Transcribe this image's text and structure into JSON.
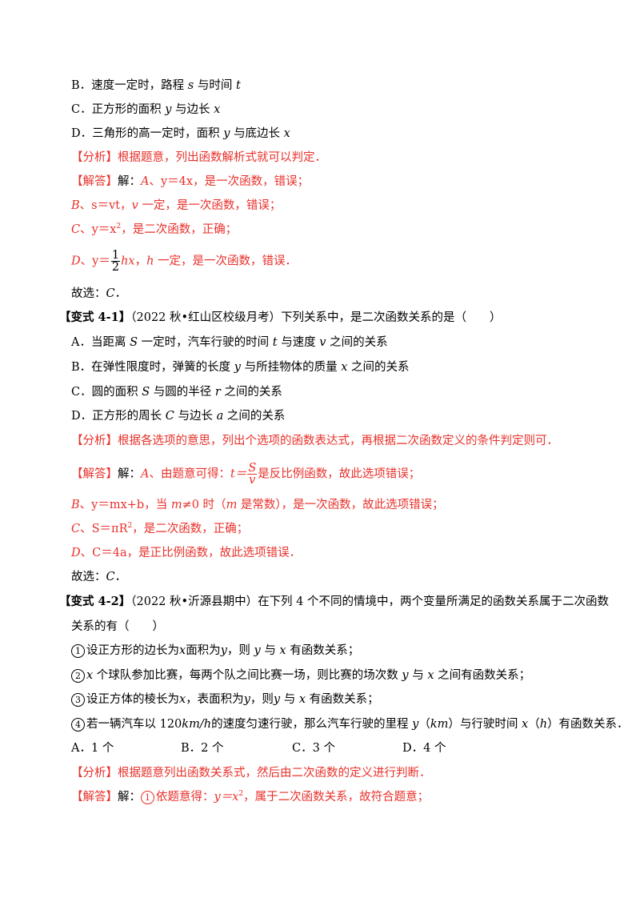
{
  "prev_options": {
    "B": {
      "label": "B．",
      "text": "速度一定时，路程",
      "v1": "s",
      "mid": "与时间",
      "v2": "t"
    },
    "C": {
      "label": "C．",
      "text": "正方形的面积",
      "v1": "y",
      "mid": "与边长",
      "v2": "x"
    },
    "D": {
      "label": "D．",
      "text": "三角形的高一定时，面积",
      "v1": "y",
      "mid": "与底边长",
      "v2": "x"
    }
  },
  "prev_solution": {
    "analysis_tag": "【分析】",
    "analysis": "根据题意，列出函数解析式就可以判定．",
    "answer_tag": "【解答】",
    "answer_intro": "解：",
    "a_line": {
      "opt": "A",
      "eq": "、y＝4x",
      "rest": "，是一次函数，错误；"
    },
    "b_line": {
      "opt": "B",
      "eq": "、s＝vt",
      "mid": "，",
      "v": "v",
      "rest": "一定，是一次函数，错误；"
    },
    "c_line": {
      "opt": "C",
      "eq": "、y＝x",
      "exp": "2",
      "rest": "，是二次函数，正确；"
    },
    "d_line": {
      "opt": "D",
      "eq": "、y＝",
      "num": "1",
      "den": "2",
      "tail": "hx",
      "mid": "，",
      "h": "h",
      "rest": "一定，是一次函数，错误．"
    },
    "choice": "故选：",
    "choice_val": "C",
    "choice_end": "．"
  },
  "v41": {
    "tag": "【变式 4-1】",
    "source": "（2022 秋•红山区校级月考）",
    "question": "下列关系中，是二次函数关系的是（　　）",
    "options": {
      "A": {
        "label": "A．",
        "t1": "当距离",
        "v1": "S",
        "t2": "一定时，汽车行驶的时间",
        "v2": "t",
        "t3": "与速度",
        "v3": "v",
        "t4": "之间的关系"
      },
      "B": {
        "label": "B．",
        "t1": "在弹性限度时，弹簧的长度",
        "v1": "y",
        "t2": "与所挂物体的质量",
        "v2": "x",
        "t3": "之间的关系"
      },
      "C": {
        "label": "C．",
        "t1": "圆的面积",
        "v1": "S",
        "t2": "与圆的半径",
        "v2": "r",
        "t3": "之间的关系"
      },
      "D": {
        "label": "D．",
        "t1": "正方形的周长",
        "v1": "C",
        "t2": "与边长",
        "v2": "a",
        "t3": "之间的关系"
      }
    },
    "analysis_tag": "【分析】",
    "analysis": "根据各选项的意思，列出个选项的函数表达式，再根据二次函数定义的条件判定则可．",
    "answer_tag": "【解答】",
    "a_intro": "解：",
    "a_opt": "A",
    "a_text": "、由题意可得：",
    "a_eq": "t＝",
    "a_num": "S",
    "a_den": "v",
    "a_rest": "是反比例函数，故此选项错误；",
    "b_line": {
      "opt": "B",
      "eq": "、y＝mx+b",
      "t1": "，当",
      "m": "m",
      "t2": "≠0 时（",
      "m2": "m",
      "t3": "是常数），是一次函数，故此选项错误；"
    },
    "c_line": {
      "opt": "C",
      "eq": "、S＝πR",
      "exp": "2",
      "rest": "，是二次函数，正确；"
    },
    "d_line": {
      "opt": "D",
      "eq": "、C＝4a",
      "rest": "，是正比例函数，故此选项错误．"
    },
    "choice": "故选：",
    "choice_val": "C",
    "choice_end": "．"
  },
  "v42": {
    "tag": "【变式 4-2】",
    "source": "（2022 秋•沂源县期中）",
    "question1": "在下列 4 个不同的情境中，两个变量所满足的函数关系属于二次函数",
    "question2": "关系的有（　　）",
    "items": [
      {
        "num": "1",
        "t1": "设正方形的边长为",
        "v1": "x",
        "t2": "面积为",
        "v2": "y",
        "t3": "，则",
        "v3": "y",
        "t4": "与",
        "v4": "x",
        "t5": "有函数关系；"
      },
      {
        "num": "2",
        "v1": "x",
        "t1": "个球队参加比赛，每两个队之间比赛一场，则比赛的场次数",
        "v2": "y",
        "t2": "与",
        "v3": "x",
        "t3": "之间有函数关系；"
      },
      {
        "num": "3",
        "t1": "设正方体的棱长为",
        "v1": "x",
        "t2": "，表面积为",
        "v2": "y",
        "t3": "，则",
        "v3": "y",
        "t4": "与",
        "v4": "x",
        "t5": "有函数关系；"
      },
      {
        "num": "4",
        "t1": "若一辆汽车以 120",
        "unit": "km/h",
        "t2": "的速度匀速行驶，那么汽车行驶的里程",
        "v1": "y",
        "t3": "（",
        "u2": "km",
        "t4": "）与行驶时间",
        "v2": "x",
        "t5": "（",
        "u3": "h",
        "t6": "）有函数关系．"
      }
    ],
    "choices": [
      {
        "label": "A．",
        "text": "1 个"
      },
      {
        "label": "B．",
        "text": "2 个"
      },
      {
        "label": "C．",
        "text": "3 个"
      },
      {
        "label": "D．",
        "text": "4 个"
      }
    ],
    "analysis_tag": "【分析】",
    "analysis": "根据题意列出函数关系式，然后由二次函数的定义进行判断．",
    "answer_tag": "【解答】",
    "a_intro": "解：",
    "a_num": "1",
    "a_text": "依题意得：",
    "a_eq": "y＝x",
    "a_exp": "2",
    "a_rest": "，属于二次函数关系，故符合题意；"
  }
}
